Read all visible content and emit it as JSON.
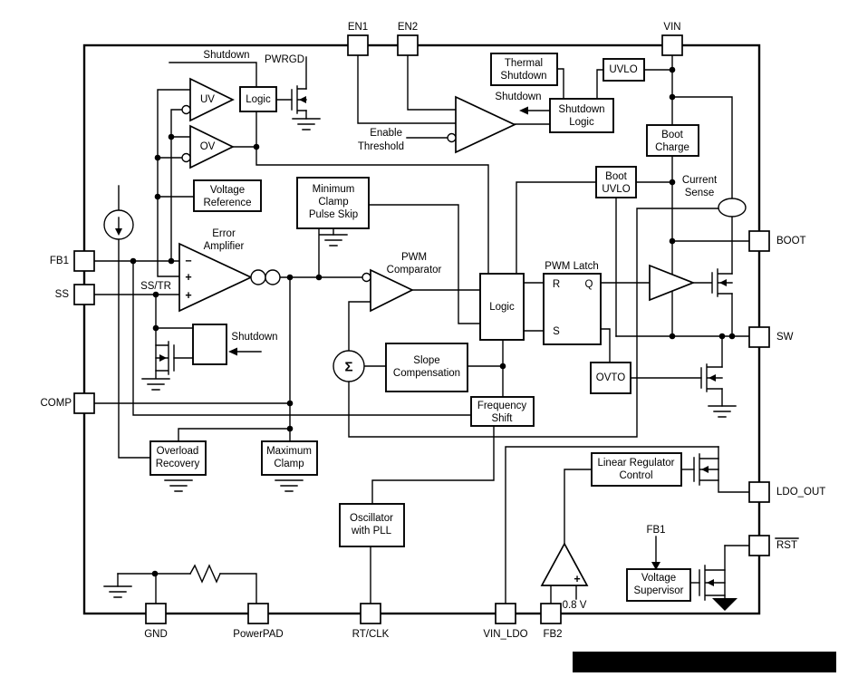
{
  "colors": {
    "line": "#000000",
    "background": "#ffffff",
    "redaction_bar": "#000000"
  },
  "labels": {
    "pins": {
      "en1": "EN1",
      "en2": "EN2",
      "vin": "VIN",
      "fb1": "FB1",
      "ss": "SS",
      "comp": "COMP",
      "boot": "BOOT",
      "sw": "SW",
      "ldo_out": "LDO_OUT",
      "rst": "RST",
      "gnd": "GND",
      "powerpad": "PowerPAD",
      "rt_clk": "RT/CLK",
      "vin_ldo": "VIN_LDO",
      "fb2": "FB2"
    },
    "blocks": {
      "uv_ov_logic": [
        "Logic"
      ],
      "thermal_shutdown": [
        "Thermal",
        "Shutdown"
      ],
      "shutdown_logic": [
        "Shutdown",
        "Logic"
      ],
      "uvlo": [
        "UVLO"
      ],
      "boot_charge": [
        "Boot",
        "Charge"
      ],
      "boot_uvlo": [
        "Boot",
        "UVLO"
      ],
      "voltage_reference": [
        "Voltage",
        "Reference"
      ],
      "minimum_clamp": [
        "Minimum",
        "Clamp",
        "Pulse Skip"
      ],
      "pwm_logic": [
        "Logic"
      ],
      "slope_compensation": [
        "Slope",
        "Compensation"
      ],
      "frequency_shift": [
        "Frequency",
        "Shift"
      ],
      "ovto": [
        "OVTO"
      ],
      "overload_recovery": [
        "Overload",
        "Recovery"
      ],
      "maximum_clamp": [
        "Maximum",
        "Clamp"
      ],
      "oscillator": [
        "Oscillator",
        "with PLL"
      ],
      "linear_regulator_control": [
        "Linear Regulator",
        "Control"
      ],
      "voltage_supervisor": [
        "Voltage",
        "Supervisor"
      ]
    },
    "latch": {
      "title": "PWM Latch",
      "r": "R",
      "s": "S",
      "q": "Q"
    },
    "nets": {
      "shutdown_top": "Shutdown",
      "pwrgd": "PWRGD",
      "shutdown_mid": "Shutdown",
      "shutdown_ea": "Shutdown",
      "enable_threshold": [
        "Enable",
        "Threshold"
      ],
      "current_sense": [
        "Current",
        "Sense"
      ],
      "ss_tr": "SS/TR",
      "vref_0v8": "0.8 V",
      "fb1_supervisor": "FB1",
      "error_amplifier": [
        "Error",
        "Amplifier"
      ],
      "pwm_comparator": [
        "PWM",
        "Comparator"
      ]
    },
    "marks": {
      "uv": "UV",
      "ov": "OV",
      "ea_minus": "−",
      "ea_plus_mid": "+",
      "ea_plus_bot": "+",
      "ldo_plus": "+",
      "sigma": "Σ"
    }
  }
}
